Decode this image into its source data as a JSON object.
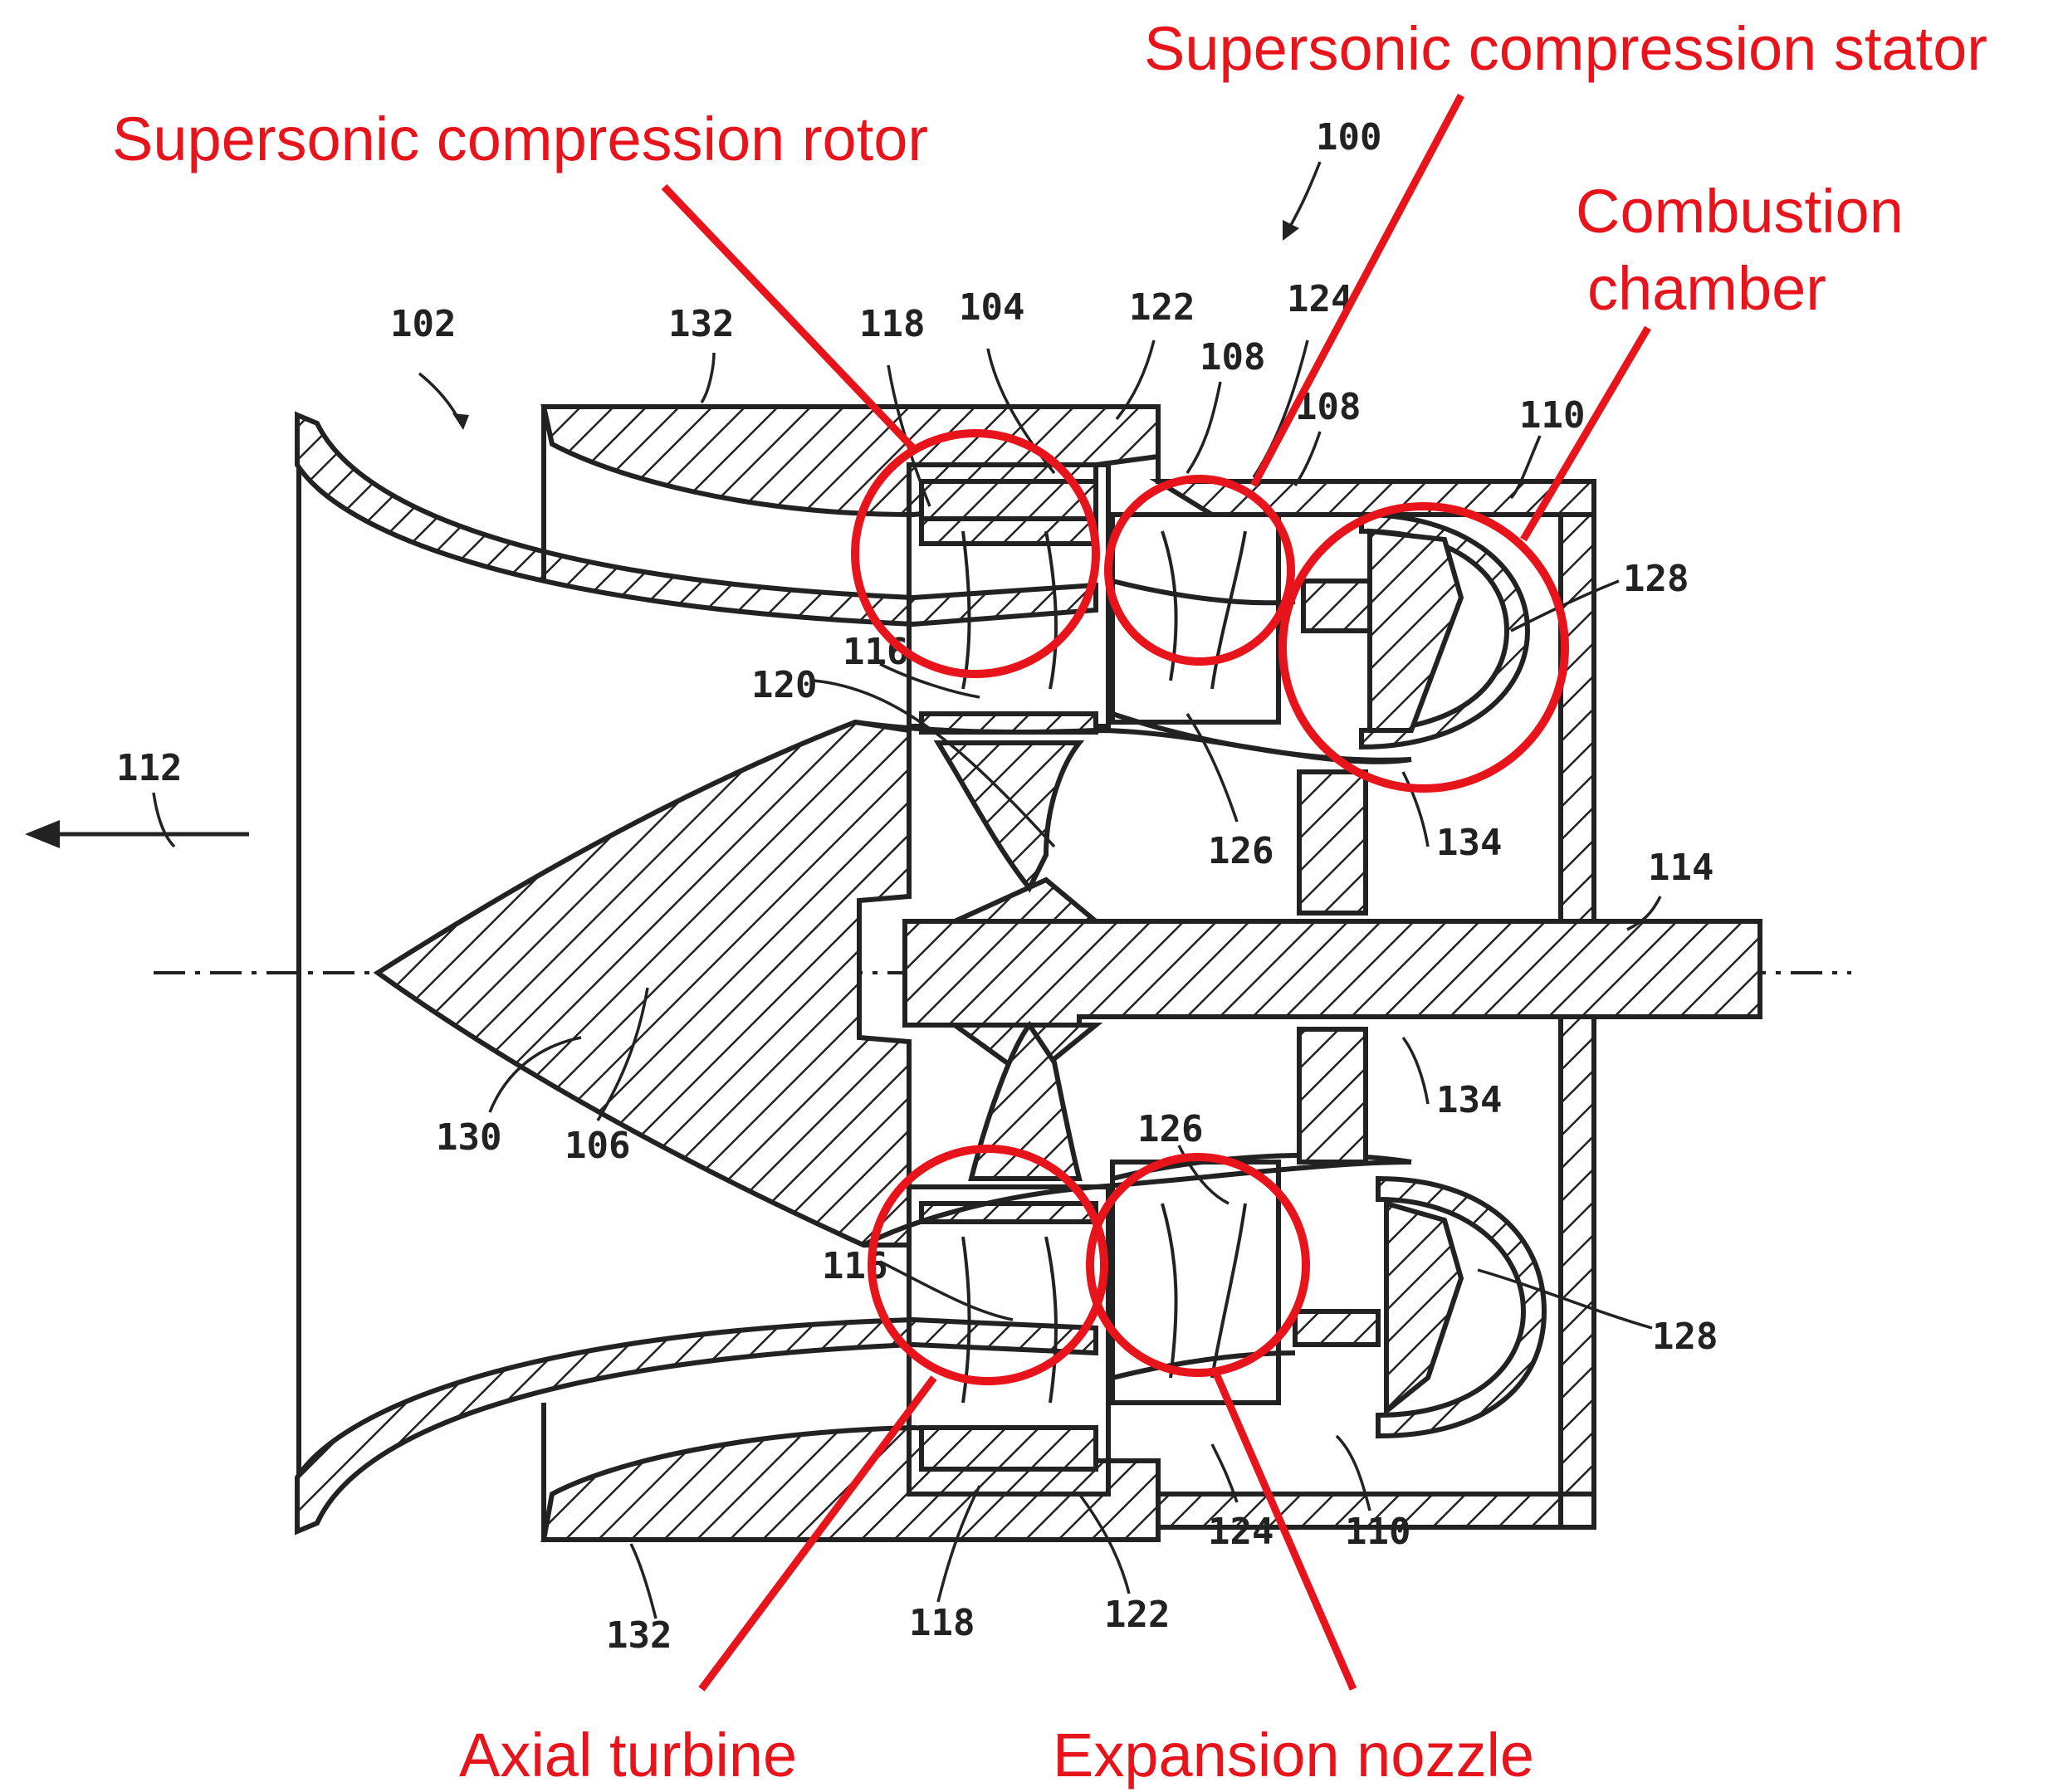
{
  "figure": {
    "callouts": [
      {
        "id": "supersonic-compression-stator",
        "lines": [
          "Supersonic compression stator"
        ]
      },
      {
        "id": "supersonic-compression-rotor",
        "lines": [
          "Supersonic compression rotor"
        ]
      },
      {
        "id": "combustion-chamber",
        "lines": [
          "Combustion",
          "chamber"
        ]
      },
      {
        "id": "axial-turbine",
        "lines": [
          "Axial turbine"
        ]
      },
      {
        "id": "expansion-nozzle",
        "lines": [
          "Expansion nozzle"
        ]
      }
    ],
    "reference_numerals": [
      "100",
      "102",
      "132",
      "118",
      "104",
      "122",
      "124",
      "108",
      "108",
      "110",
      "128",
      "116",
      "120",
      "112",
      "126",
      "134",
      "114",
      "134",
      "130",
      "106",
      "126",
      "116",
      "128",
      "132",
      "118",
      "122",
      "124",
      "110"
    ],
    "colors": {
      "annotation": "#e8141c",
      "linework": "#222222",
      "background": "#ffffff"
    }
  }
}
